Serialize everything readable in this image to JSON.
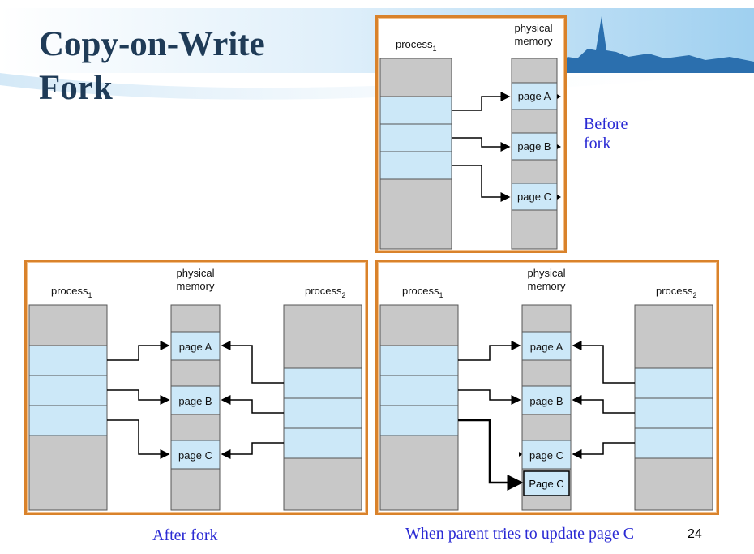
{
  "slide": {
    "title_line1": "Copy-on-Write",
    "title_line2": "Fork",
    "page_number": "24",
    "colors": {
      "title": "#1f3b57",
      "caption": "#2a2ad4",
      "frame": "#d9822b",
      "gray": "#c8c8c8",
      "blue": "#cce8f8"
    }
  },
  "before_fork": {
    "caption_line1": "Before",
    "caption_line2": "fork",
    "process1": {
      "label": "process",
      "sub": "1"
    },
    "memory": {
      "label_line1": "physical",
      "label_line2": "memory"
    },
    "pages": [
      "page A",
      "page B",
      "page C"
    ]
  },
  "after_fork": {
    "caption": "After fork",
    "process1": {
      "label": "process",
      "sub": "1"
    },
    "process2": {
      "label": "process",
      "sub": "2"
    },
    "memory": {
      "label_line1": "physical",
      "label_line2": "memory"
    },
    "pages": [
      "page A",
      "page B",
      "page C"
    ]
  },
  "after_update": {
    "caption": "When parent tries to update page C",
    "process1": {
      "label": "process",
      "sub": "1"
    },
    "process2": {
      "label": "process",
      "sub": "2"
    },
    "memory": {
      "label_line1": "physical",
      "label_line2": "memory"
    },
    "pages": [
      "page A",
      "page B",
      "page C"
    ],
    "copy_page": "Page C"
  }
}
